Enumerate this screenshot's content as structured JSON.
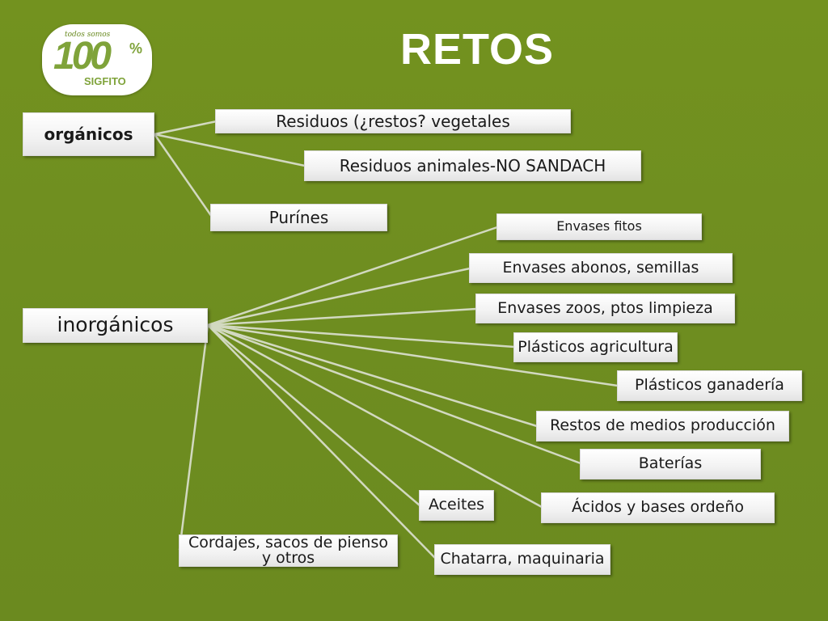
{
  "title": "RETOS",
  "logo": {
    "tagline": "todos somos",
    "number": "100",
    "percent": "%",
    "brand": "SIGFITO"
  },
  "organicos": {
    "label": "orgánicos",
    "children": [
      "Residuos (¿restos? vegetales",
      "Residuos animales-NO SANDACH",
      "Purínes"
    ]
  },
  "inorganicos": {
    "label": "inorgánicos",
    "children": [
      "Envases fitos",
      "Envases abonos, semillas",
      "Envases zoos, ptos limpieza",
      "Plásticos agricultura",
      "Plásticos ganadería",
      "Restos de medios producción",
      "Baterías",
      "Ácidos y bases ordeño",
      "Aceites",
      "Chatarra, maquinaria",
      "Cordajes, sacos de pienso y otros"
    ]
  },
  "colors": {
    "background": "#6f8f22",
    "box": "#f2f2f2",
    "connector": "#cfd6bd",
    "title": "#ffffff"
  }
}
